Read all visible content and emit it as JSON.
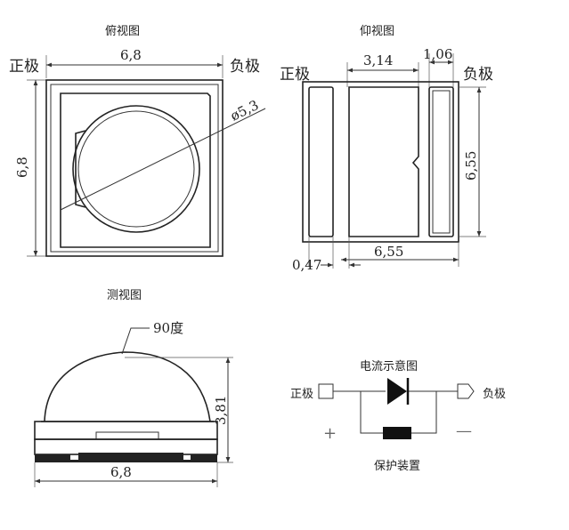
{
  "top_view": {
    "title": "俯视图",
    "width_dim": "6,8",
    "height_dim": "6,8",
    "diameter_dim": "ø5,3",
    "positive_label": "正极",
    "negative_label": "负极"
  },
  "bottom_view": {
    "title": "仰视图",
    "pad_width_dim": "3,14",
    "strip_width_dim": "1,06",
    "width_dim": "6,55",
    "height_dim": "6,55",
    "gap_dim": "0,47",
    "positive_label": "正极",
    "negative_label": "负极"
  },
  "side_view": {
    "title": "测视图",
    "angle_label": "90度",
    "height_dim": "3,81",
    "width_dim": "6,8"
  },
  "circuit": {
    "title": "电流示意图",
    "positive_label": "正极",
    "negative_label": "负极",
    "plus_sign": "+",
    "minus_sign": "—",
    "protection_label": "保护装置"
  }
}
